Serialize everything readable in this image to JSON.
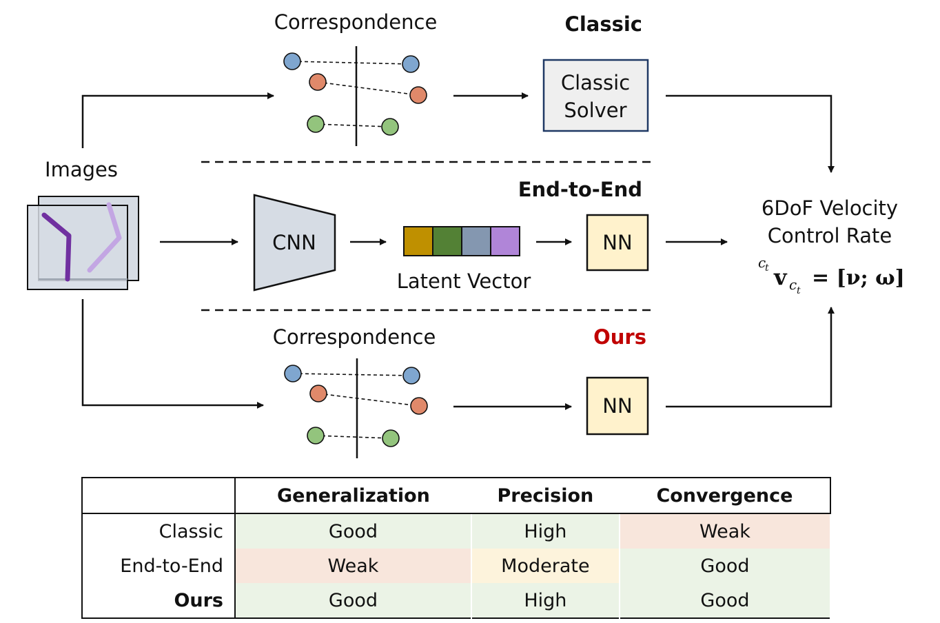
{
  "labels": {
    "images": "Images",
    "correspondence_top": "Correspondence",
    "correspondence_bottom": "Correspondence",
    "classic_title": "Classic",
    "classic_solver_line1": "Classic",
    "classic_solver_line2": "Solver",
    "end_to_end_title": "End-to-End",
    "cnn": "CNN",
    "latent_vector": "Latent Vector",
    "nn_middle": "NN",
    "ours_title": "Ours",
    "nn_bottom": "NN",
    "output_line1": "6DoF Velocity",
    "output_line2": "Control Rate"
  },
  "formula": {
    "superscript": "c",
    "superscript_sub": "t",
    "v": "v",
    "sub": "c",
    "sub_sub": "t",
    "rhs": "= [ν; ω]"
  },
  "colors": {
    "ours_accent": "#c00000",
    "dot_blue": "#7fa6cf",
    "dot_orange": "#e0896a",
    "dot_green": "#93c47d",
    "latent_1": "#bf9000",
    "latent_2": "#538135",
    "latent_3": "#8497b0",
    "latent_4": "#b085d8",
    "nn_fill": "#fff2cc",
    "solver_fill": "#efefef",
    "cnn_fill": "#d6dce4",
    "good_cell": "#ebf3e6",
    "weak_cell": "#f8e6dc",
    "moderate_cell": "#fdf3dc"
  },
  "table": {
    "headers": [
      "Generalization",
      "Precision",
      "Convergence"
    ],
    "rows": [
      {
        "label": "Classic",
        "values": [
          "Good",
          "High",
          "Weak"
        ]
      },
      {
        "label": "End-to-End",
        "values": [
          "Weak",
          "Moderate",
          "Good"
        ]
      },
      {
        "label": "Ours",
        "values": [
          "Good",
          "High",
          "Good"
        ]
      }
    ]
  }
}
